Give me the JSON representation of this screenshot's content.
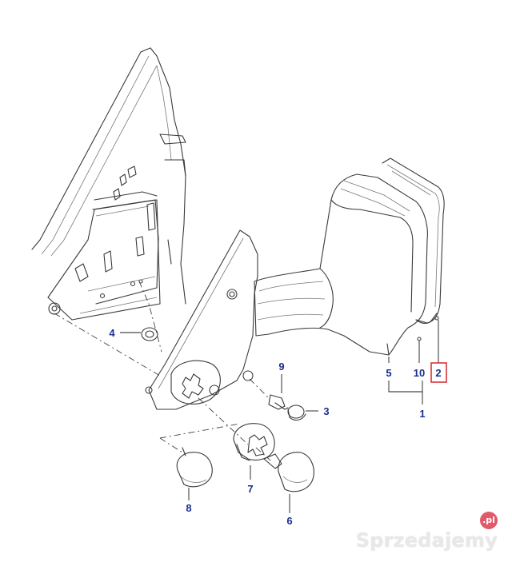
{
  "callouts": {
    "c1": "1",
    "c2": "2",
    "c3": "3",
    "c4": "4",
    "c5": "5",
    "c6": "6",
    "c7": "7",
    "c8": "8",
    "c9": "9",
    "c10": "10"
  },
  "colors": {
    "callout_text": "#1c2e8c",
    "highlight_box": "#d8343a",
    "line": "#3a3a3a"
  },
  "watermark": {
    "text": "Sprzedajemy",
    "suffix": ".pl"
  }
}
